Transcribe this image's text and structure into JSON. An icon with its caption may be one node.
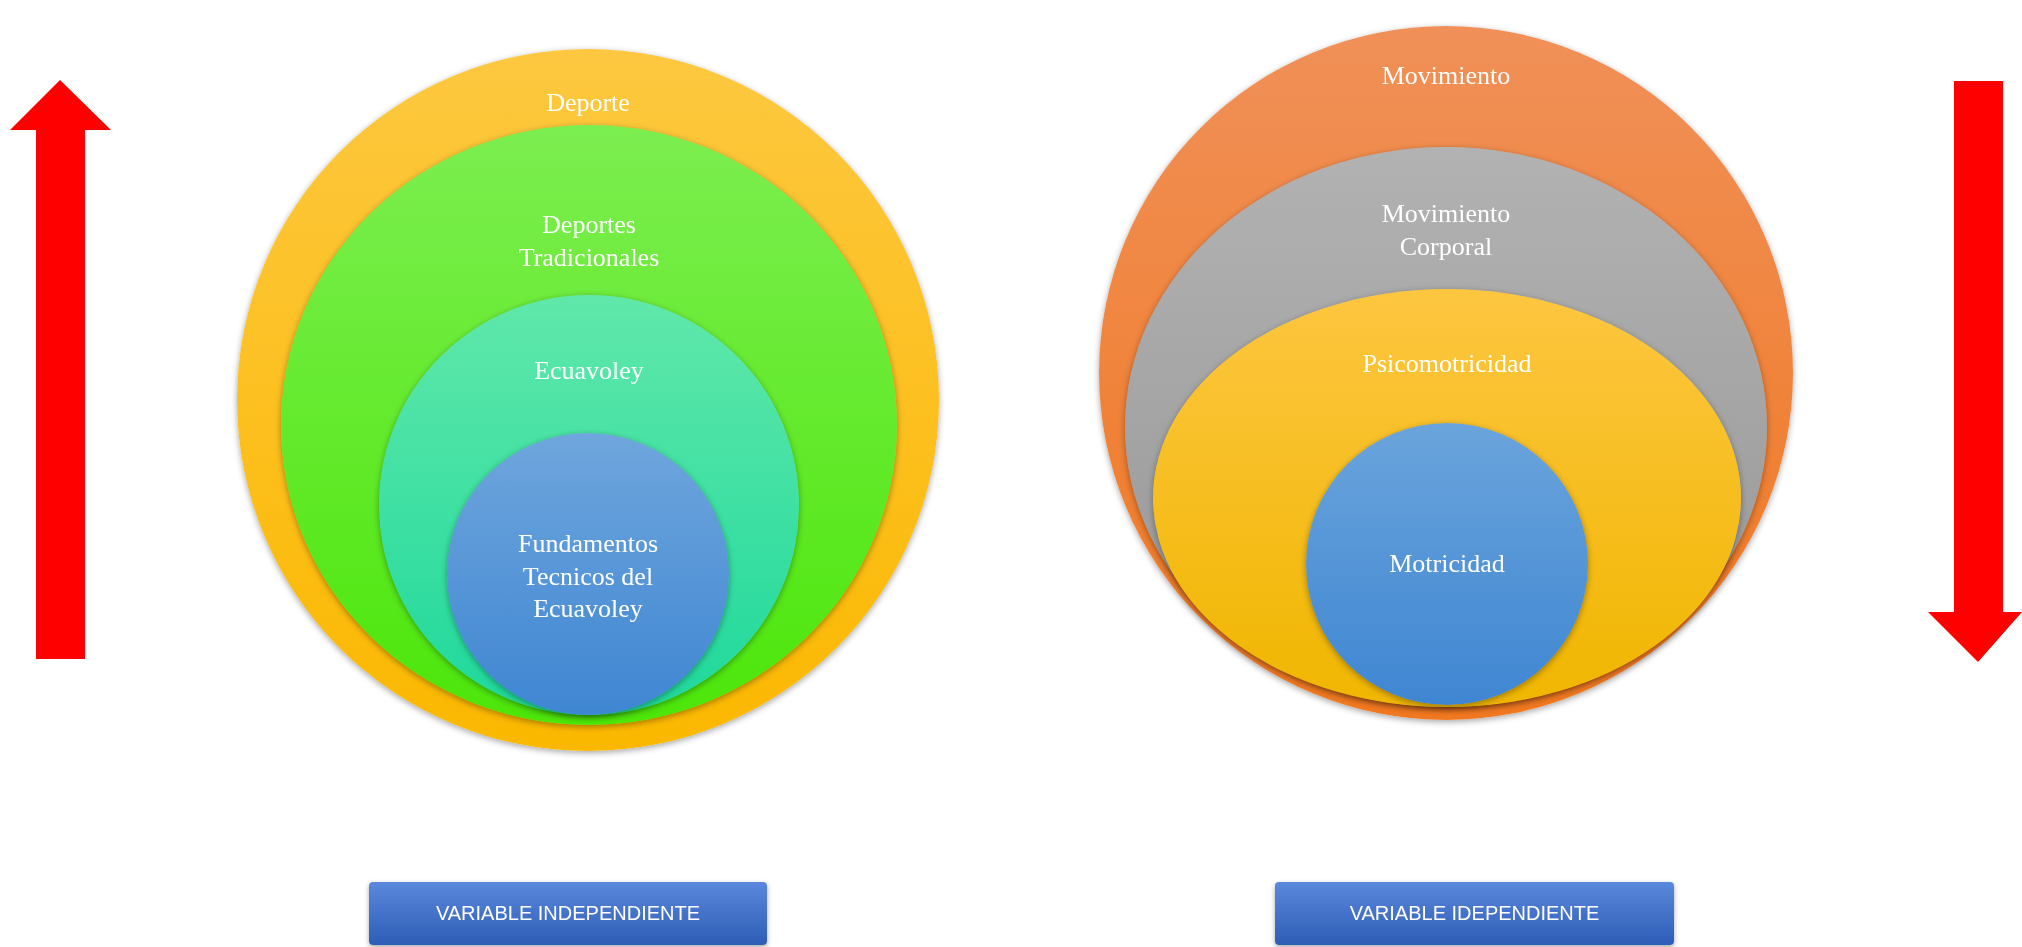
{
  "diagram": {
    "nodes": [
      {
        "text": [
          "Deporte"
        ]
      },
      {
        "text": [
          "Deportes Tradicionales"
        ],
        "in": 0
      },
      {
        "text": [
          "Ecuavoley"
        ],
        "in": 1
      },
      {
        "text": [
          "Fundamentos Tecnicos del Ecuavoley"
        ],
        "in": 2
      },
      {
        "text": [
          "Movimiento"
        ]
      },
      {
        "text": [
          "Movimiento Corporal"
        ],
        "in": 4
      },
      {
        "text": [
          "Psicomotricidad"
        ],
        "in": 5
      },
      {
        "text": [
          "Motricidad"
        ],
        "in": 6
      },
      {
        "text": [
          "VARIABLE INDEPENDIENTE"
        ]
      },
      {
        "text": [
          "VARIABLE IDEPENDIENTE"
        ]
      }
    ],
    "edges": []
  }
}
